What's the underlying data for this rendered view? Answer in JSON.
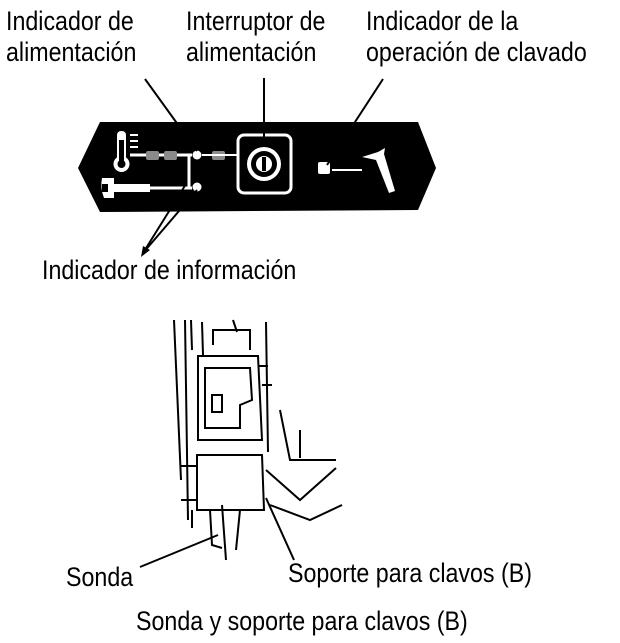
{
  "labels": {
    "power_indicator": [
      "Indicador de",
      "alimentación"
    ],
    "power_switch": [
      "Interruptor de",
      "alimentación"
    ],
    "nail_indicator": [
      "Indicador de la",
      "operación de clavado"
    ],
    "info_indicator": "Indicador de información",
    "probe": "Sonda",
    "nail_guide": "Soporte para clavos (B)",
    "bottom_caption": "Sonda y soporte para clavos (B)"
  },
  "icons": {
    "temperature": "thermometer-icon",
    "maintenance": "wrench-icon",
    "power": "power-icon",
    "nail": "nail-icon"
  },
  "colors": {
    "panel": "#000000",
    "line": "#000000",
    "led_off": "#ffffff",
    "connector": "#8a8a8a"
  }
}
